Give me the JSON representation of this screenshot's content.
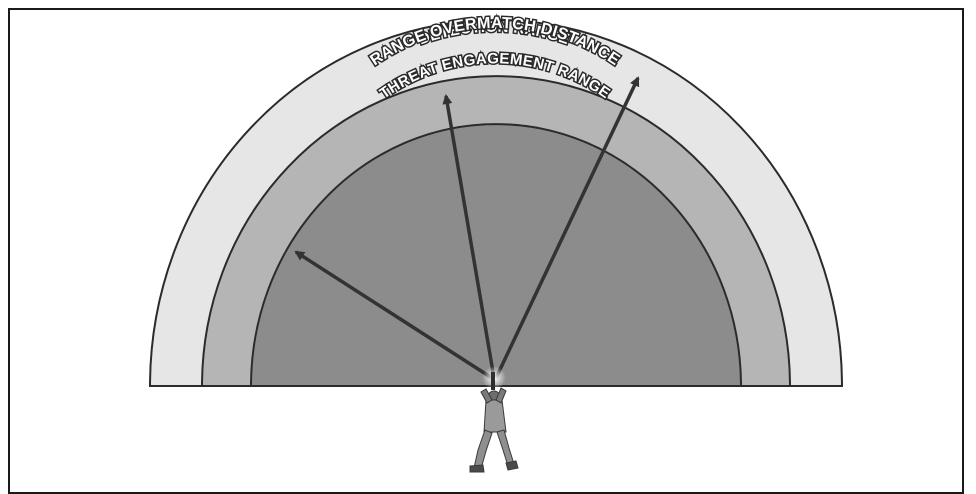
{
  "diagram": {
    "labels": {
      "detection": "DETECTION RANGE",
      "overmatch": "RANGE OVERMATCH DISTANCE",
      "threat": "THREAT ENGAGEMENT RANGE"
    },
    "colors": {
      "outer_band": "#e6e6e6",
      "middle_band": "#b5b5b5",
      "inner_zone": "#8c8c8c",
      "outline": "#2b2b2b",
      "arrow": "#333333"
    }
  }
}
